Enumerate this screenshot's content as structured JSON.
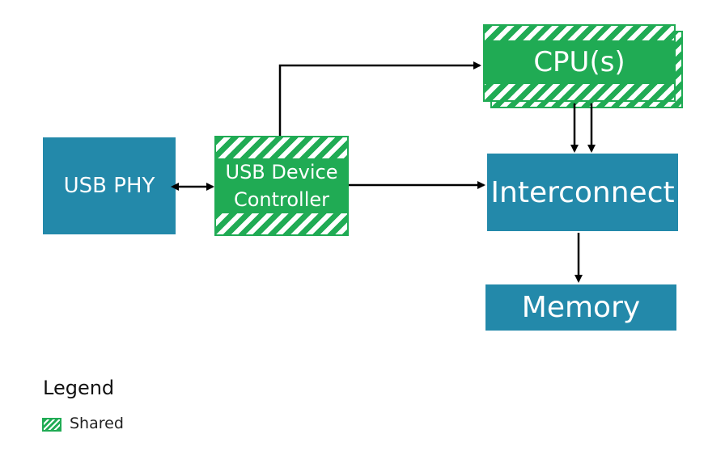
{
  "diagram": {
    "blocks": {
      "usb_phy": "USB PHY",
      "usb_device_controller_line1": "USB Device",
      "usb_device_controller_line2": "Controller",
      "cpu": "CPU(s)",
      "interconnect": "Interconnect",
      "memory": "Memory"
    },
    "colors": {
      "teal": "#2389aa",
      "green": "#20ab54"
    }
  },
  "legend": {
    "title": "Legend",
    "shared_label": "Shared"
  }
}
